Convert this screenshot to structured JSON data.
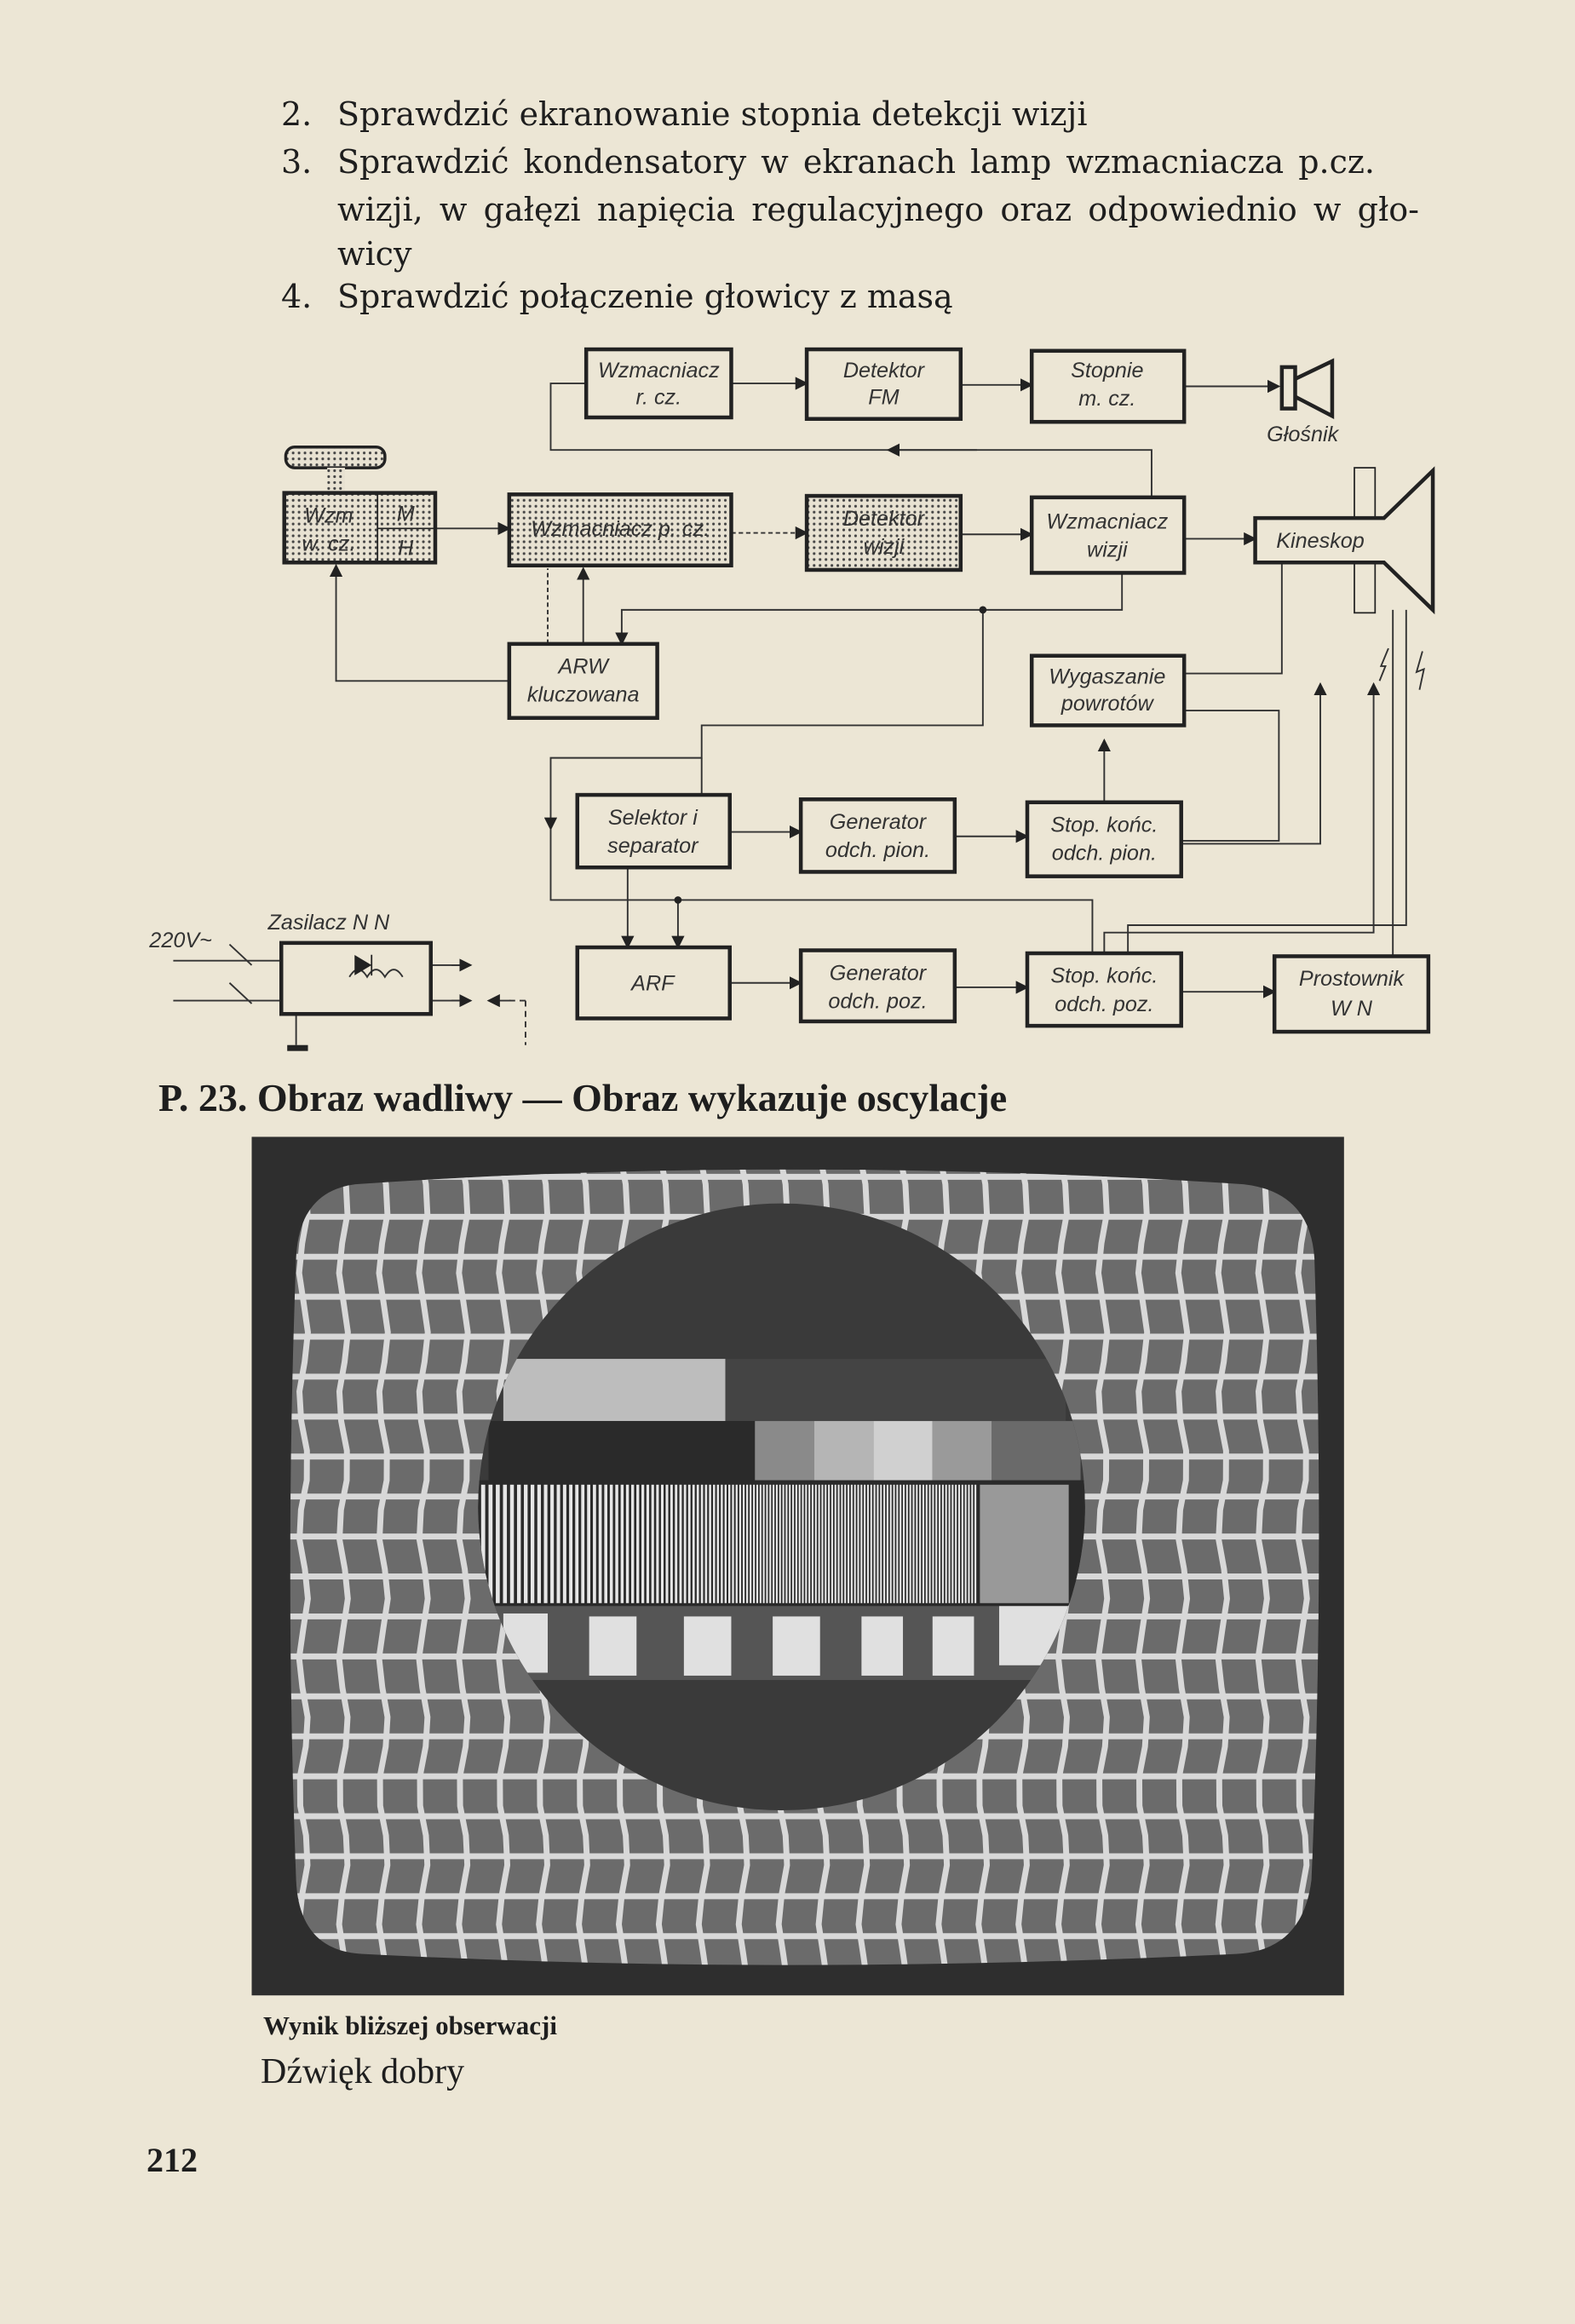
{
  "checklist": [
    {
      "num": "2.",
      "lines": [
        "Sprawdzić ekranowanie stopnia detekcji wizji"
      ]
    },
    {
      "num": "3.",
      "lines": [
        "Sprawdzić kondensatory w ekranach lamp wzmacniacza p.cz.",
        "wizji, w gałęzi napięcia regulacyjnego oraz odpowiednio w gło-",
        "wicy"
      ]
    },
    {
      "num": "4.",
      "lines": [
        "Sprawdzić połączenie głowicy z masą"
      ]
    }
  ],
  "diagram": {
    "blocks": {
      "wzm_rcz": [
        "Wzmacniacz",
        "r. cz."
      ],
      "det_fm": [
        "Detektor",
        "FM"
      ],
      "stop_mcz": [
        "Stopnie",
        "m. cz."
      ],
      "glosnik": "Głośnik",
      "wzm_wcz": [
        "Wzm",
        "w. cz.",
        "M",
        "H"
      ],
      "wzm_pcz": "Wzmacniacz p. cz.",
      "det_wizji": [
        "Detektor",
        "wizji"
      ],
      "wzm_wizji": [
        "Wzmacniacz",
        "wizji"
      ],
      "kineskop": "Kineskop",
      "arw": [
        "ARW",
        "kluczowana"
      ],
      "wygaszanie": [
        "Wygaszanie",
        "powrotów"
      ],
      "selektor": [
        "Selektor i",
        "separator"
      ],
      "gen_pion": [
        "Generator",
        "odch. pion."
      ],
      "stop_pion": [
        "Stop. końc.",
        "odch. pion."
      ],
      "zasilacz": "Zasilacz N N",
      "voltage": "220V~",
      "arf": "ARF",
      "gen_poz": [
        "Generator",
        "odch. poz."
      ],
      "stop_poz": [
        "Stop. końc.",
        "odch. poz."
      ],
      "prostownik": [
        "Prostownik",
        "W N"
      ]
    }
  },
  "caption": "P. 23. Obraz wadliwy — Obraz wykazuje oscylacje",
  "photo": {
    "subject": "tv-test-pattern-with-oscillation"
  },
  "result": {
    "heading": "Wynik bliższej obserwacji",
    "value": "Dźwięk dobry"
  },
  "page_number": "212"
}
